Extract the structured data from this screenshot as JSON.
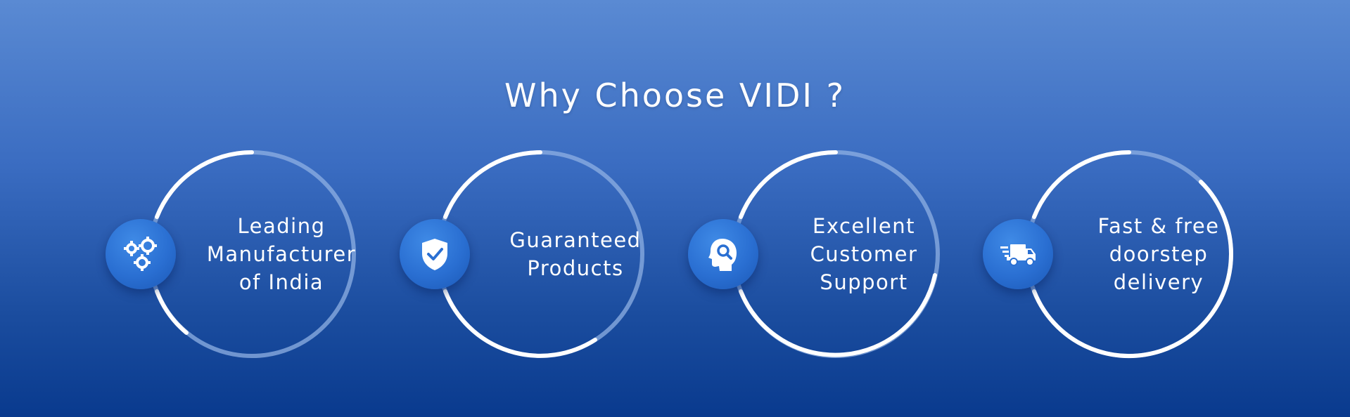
{
  "section": {
    "title": "Why Choose VIDI ?"
  },
  "features": [
    {
      "icon": "gears-icon",
      "lines": [
        "Leading",
        "Manufacturer",
        "of India"
      ]
    },
    {
      "icon": "shield-check-icon",
      "lines": [
        "Guaranteed",
        "Products"
      ]
    },
    {
      "icon": "headset-support-icon",
      "lines": [
        "Excellent",
        "Customer",
        "Support"
      ]
    },
    {
      "icon": "delivery-truck-icon",
      "lines": [
        "Fast & free",
        "doorstep",
        "delivery"
      ]
    }
  ],
  "colors": {
    "ring_bright": "#ffffff",
    "ring_dim": "#8fb0e3",
    "badge": "#2a6fd2"
  }
}
